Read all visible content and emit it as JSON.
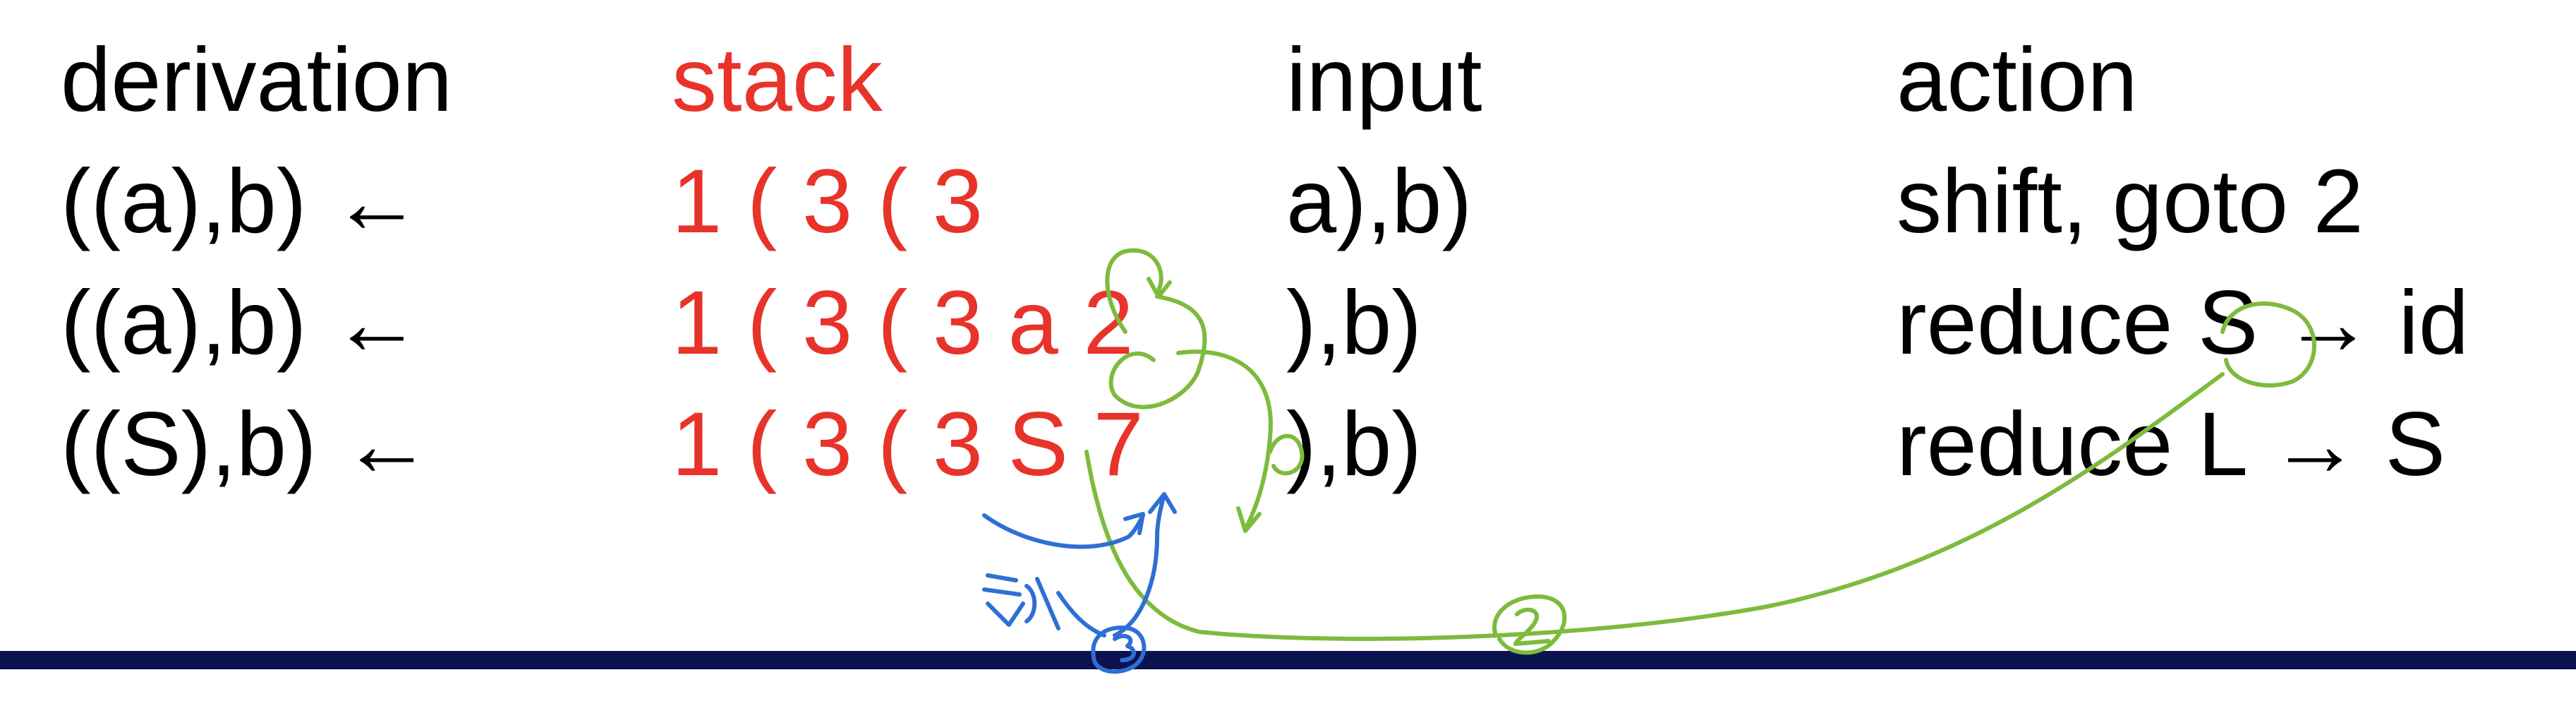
{
  "table": {
    "headers": {
      "derivation": "derivation",
      "stack": "stack",
      "input": "input",
      "action": "action"
    },
    "rows": [
      {
        "derivation": "((a),b) ←",
        "stack": "1 ( 3 ( 3",
        "input": "a),b)",
        "action": "shift, goto 2"
      },
      {
        "derivation": "((a),b) ←",
        "stack": "1 ( 3 ( 3 a 2",
        "input": "),b)",
        "action": "reduce S → id"
      },
      {
        "derivation": "((S),b) ←",
        "stack": "1 ( 3 ( 3 S 7",
        "input": "),b)",
        "action": "reduce L → S"
      }
    ]
  },
  "colors": {
    "text": "#000000",
    "stack_accent": "#e8332b",
    "bottom_bar": "#0c1150",
    "annotation_green": "#7dbb3c",
    "annotation_blue": "#2e6fd4"
  }
}
